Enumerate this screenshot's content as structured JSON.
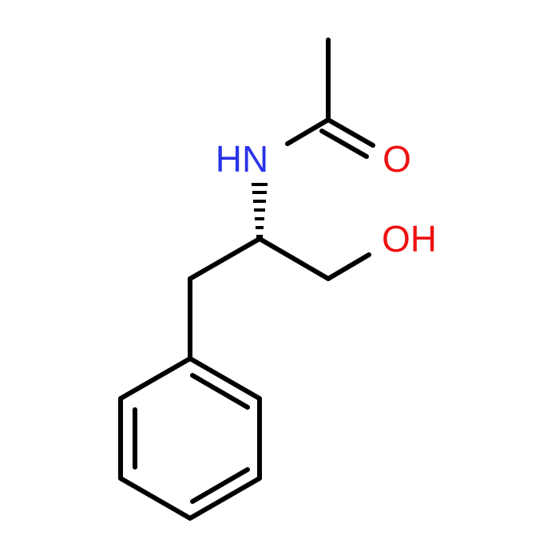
{
  "molecule": {
    "atoms": {
      "nh": {
        "text": "HN",
        "color": "#2a33e8"
      },
      "o_carbonyl": {
        "text": "O",
        "color": "#ee1111"
      },
      "oh": {
        "text": "OH",
        "color": "#ee1111"
      }
    },
    "bond_color": "#000000"
  }
}
